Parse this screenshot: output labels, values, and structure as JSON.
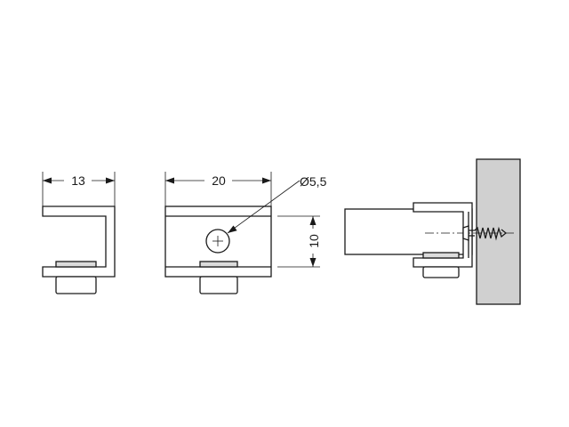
{
  "dimensions": {
    "side_width": "13",
    "front_width": "20",
    "hole_diameter": "Ø5,5",
    "height": "10"
  },
  "colors": {
    "line": "#1a1a1a",
    "wall": "#d0d0d0",
    "shade": "#dcdcdc",
    "background": "#ffffff"
  }
}
